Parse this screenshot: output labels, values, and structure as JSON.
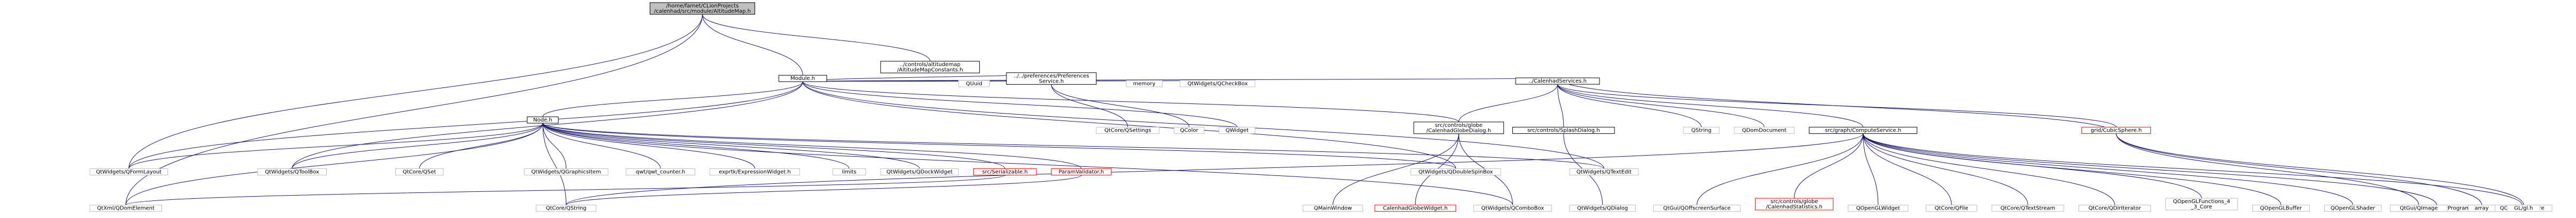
{
  "nodes": [
    {
      "id": "root",
      "lines": [
        "/home/farnet/CLionProjects",
        "/calenhad/src/module/AltitudeMap.h"
      ],
      "style": "root"
    },
    {
      "id": "module",
      "lines": [
        "Module.h"
      ],
      "style": "link"
    },
    {
      "id": "altconst",
      "lines": [
        "../controls/altitudemap",
        "/AltitudeMapConstants.h"
      ],
      "style": "link"
    },
    {
      "id": "node",
      "lines": [
        "Node.h"
      ],
      "style": "link"
    },
    {
      "id": "qformlayout",
      "lines": [
        "QtWidgets/QFormLayout"
      ],
      "style": "plain"
    },
    {
      "id": "qtoolbox",
      "lines": [
        "QtWidgets/QToolBox"
      ],
      "style": "plain"
    },
    {
      "id": "qset",
      "lines": [
        "QtCore/QSet"
      ],
      "style": "plain"
    },
    {
      "id": "qgraphicsitem",
      "lines": [
        "QtWidgets/QGraphicsItem"
      ],
      "style": "plain"
    },
    {
      "id": "qwtpot",
      "lines": [
        "qwt/qwt_counter.h"
      ],
      "style": "plain"
    },
    {
      "id": "exprtk",
      "lines": [
        "exprtk/ExpressionWidget.h"
      ],
      "style": "plain"
    },
    {
      "id": "limits",
      "lines": [
        "limits"
      ],
      "style": "plain"
    },
    {
      "id": "qdockwidget",
      "lines": [
        "QtWidgets/QDockWidget"
      ],
      "style": "plain"
    },
    {
      "id": "serializable",
      "lines": [
        "src/Serializable.h"
      ],
      "style": "red"
    },
    {
      "id": "paramvalidator",
      "lines": [
        "ParamValidator.h"
      ],
      "style": "red"
    },
    {
      "id": "qdoublespinbox",
      "lines": [
        "QtWidgets/QDoubleSpinBox"
      ],
      "style": "plain"
    },
    {
      "id": "qtextedit",
      "lines": [
        "QtWidgets/QTextEdit"
      ],
      "style": "plain"
    },
    {
      "id": "quuid",
      "lines": [
        "QUuid"
      ],
      "style": "plain"
    },
    {
      "id": "prefservice",
      "lines": [
        "../../preferences/Preferences",
        "Service.h"
      ],
      "style": "link"
    },
    {
      "id": "memory",
      "lines": [
        "memory"
      ],
      "style": "plain"
    },
    {
      "id": "qcheckbox",
      "lines": [
        "QtWidgets/QCheckBox"
      ],
      "style": "plain"
    },
    {
      "id": "qsettings",
      "lines": [
        "QtCore/QSettings"
      ],
      "style": "plain"
    },
    {
      "id": "qcolor",
      "lines": [
        "QColor"
      ],
      "style": "plain"
    },
    {
      "id": "qwidget",
      "lines": [
        "QWidget"
      ],
      "style": "plain"
    },
    {
      "id": "calenhadservices",
      "lines": [
        "../CalenhadServices.h"
      ],
      "style": "link"
    },
    {
      "id": "calenhadglobedialog",
      "lines": [
        "src/controls/globe",
        "/CalenhadGlobeDialog.h"
      ],
      "style": "link"
    },
    {
      "id": "splashdialog",
      "lines": [
        "src/controls/SplashDialog.h"
      ],
      "style": "link"
    },
    {
      "id": "qstring",
      "lines": [
        "QString"
      ],
      "style": "plain"
    },
    {
      "id": "qdomdocument",
      "lines": [
        "QDomDocument"
      ],
      "style": "plain"
    },
    {
      "id": "computeservice",
      "lines": [
        "src/graph/ComputeService.h"
      ],
      "style": "link"
    },
    {
      "id": "cubicsphere",
      "lines": [
        "grid/CubicSphere.h"
      ],
      "style": "red"
    },
    {
      "id": "qxmlqdomelement",
      "lines": [
        "QtXml/QDomElement"
      ],
      "style": "plain"
    },
    {
      "id": "qtcoreqstring",
      "lines": [
        "QtCore/QString"
      ],
      "style": "plain"
    },
    {
      "id": "qmainwindow",
      "lines": [
        "QMainWindow"
      ],
      "style": "plain"
    },
    {
      "id": "calenhadglobewidget",
      "lines": [
        "CalenhadGlobeWidget.h"
      ],
      "style": "red"
    },
    {
      "id": "qcombobox",
      "lines": [
        "QtWidgets/QComboBox"
      ],
      "style": "plain"
    },
    {
      "id": "qdialog",
      "lines": [
        "QtWidgets/QDialog"
      ],
      "style": "plain"
    },
    {
      "id": "qoffscreen",
      "lines": [
        "QtGui/QOffscreenSurface"
      ],
      "style": "plain"
    },
    {
      "id": "calenhadstats",
      "lines": [
        "src/controls/globe",
        "/CalenhadStatistics.h"
      ],
      "style": "red"
    },
    {
      "id": "qglwidget",
      "lines": [
        "QOpenGLWidget"
      ],
      "style": "plain"
    },
    {
      "id": "qfile",
      "lines": [
        "QtCore/QFile"
      ],
      "style": "plain"
    },
    {
      "id": "qtextstream",
      "lines": [
        "QtCore/QTextStream"
      ],
      "style": "plain"
    },
    {
      "id": "qdomiterator",
      "lines": [
        "QtCore/QDirIterator"
      ],
      "style": "plain"
    },
    {
      "id": "qglfunctions",
      "lines": [
        "QOpenGLFunctions_4",
        "_3_Core"
      ],
      "style": "plain"
    },
    {
      "id": "qglbuffer",
      "lines": [
        "QOpenGLBuffer"
      ],
      "style": "plain"
    },
    {
      "id": "qglshader",
      "lines": [
        "QOpenGLShader"
      ],
      "style": "plain"
    },
    {
      "id": "qglshaderprogram",
      "lines": [
        "QOpenGLShaderProgram"
      ],
      "style": "plain"
    },
    {
      "id": "qgltexture",
      "lines": [
        "QOpenGLTexture"
      ],
      "style": "plain"
    },
    {
      "id": "qguiqimage",
      "lines": [
        "QtGui/QImage"
      ],
      "style": "plain"
    },
    {
      "id": "array",
      "lines": [
        "array"
      ],
      "style": "plain"
    },
    {
      "id": "glmglm",
      "lines": [
        "GL/gl.h"
      ],
      "style": "plain"
    }
  ],
  "edges": [
    [
      "root",
      "module"
    ],
    [
      "root",
      "altconst"
    ],
    [
      "root",
      "qformlayout"
    ],
    [
      "root",
      "qxmlqdomelement"
    ],
    [
      "module",
      "node"
    ],
    [
      "module",
      "qformlayout"
    ],
    [
      "module",
      "qtoolbox"
    ],
    [
      "module",
      "quuid"
    ],
    [
      "module",
      "prefservice"
    ],
    [
      "module",
      "memory"
    ],
    [
      "module",
      "qcheckbox"
    ],
    [
      "module",
      "qwidget"
    ],
    [
      "module",
      "calenhadservices"
    ],
    [
      "module",
      "calenhadglobedialog"
    ],
    [
      "module",
      "qdoublespinbox"
    ],
    [
      "module",
      "qtextedit"
    ],
    [
      "node",
      "qformlayout"
    ],
    [
      "node",
      "qtoolbox"
    ],
    [
      "node",
      "qset"
    ],
    [
      "node",
      "qgraphicsitem"
    ],
    [
      "node",
      "qwtpot"
    ],
    [
      "node",
      "exprtk"
    ],
    [
      "node",
      "limits"
    ],
    [
      "node",
      "qdockwidget"
    ],
    [
      "node",
      "serializable"
    ],
    [
      "node",
      "paramvalidator"
    ],
    [
      "node",
      "qdoublespinbox"
    ],
    [
      "node",
      "qtextedit"
    ],
    [
      "node",
      "qxmlqdomelement"
    ],
    [
      "node",
      "qtcoreqstring"
    ],
    [
      "node",
      "qcombobox"
    ],
    [
      "serializable",
      "qxmlqdomelement"
    ],
    [
      "paramvalidator",
      "qtcoreqstring"
    ],
    [
      "prefservice",
      "qsettings"
    ],
    [
      "prefservice",
      "qcolor"
    ],
    [
      "calenhadservices",
      "calenhadglobedialog"
    ],
    [
      "calenhadservices",
      "splashdialog"
    ],
    [
      "calenhadservices",
      "qstring"
    ],
    [
      "calenhadservices",
      "qdomdocument"
    ],
    [
      "calenhadservices",
      "computeservice"
    ],
    [
      "calenhadservices",
      "cubicsphere"
    ],
    [
      "calenhadglobedialog",
      "qmainwindow"
    ],
    [
      "calenhadglobedialog",
      "calenhadglobewidget"
    ],
    [
      "calenhadglobedialog",
      "qcombobox"
    ],
    [
      "splashdialog",
      "qdialog"
    ],
    [
      "computeservice",
      "qoffscreen"
    ],
    [
      "computeservice",
      "calenhadstats"
    ],
    [
      "computeservice",
      "qglwidget"
    ],
    [
      "computeservice",
      "qfile"
    ],
    [
      "computeservice",
      "qtextstream"
    ],
    [
      "computeservice",
      "qdomiterator"
    ],
    [
      "computeservice",
      "qglfunctions"
    ],
    [
      "computeservice",
      "qglbuffer"
    ],
    [
      "computeservice",
      "qglshader"
    ],
    [
      "computeservice",
      "qglshaderprogram"
    ],
    [
      "computeservice",
      "qgltexture"
    ],
    [
      "computeservice",
      "qtcoreqstring"
    ],
    [
      "cubicsphere",
      "qguiqimage"
    ],
    [
      "cubicsphere",
      "array"
    ],
    [
      "cubicsphere",
      "glmglm"
    ],
    [
      "cubicsphere",
      "calenhadservices"
    ]
  ],
  "colors": {
    "edge": "#191970",
    "root_fill": "#bfbfbf",
    "red_border": "#ff0000",
    "plain_border": "#bfbfbf",
    "link_border": "#000000"
  }
}
